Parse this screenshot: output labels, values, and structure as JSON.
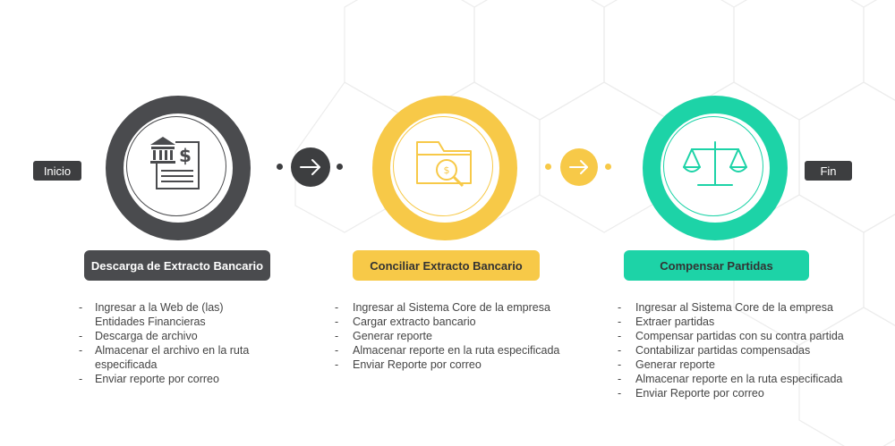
{
  "flow": {
    "start_label": "Inicio",
    "end_label": "Fin"
  },
  "steps": [
    {
      "title": "Descarga de Extracto Bancario",
      "icon": "bank-statement-icon",
      "color": "#4a4b4e",
      "items": [
        "Ingresar a la Web de (las) Entidades Financieras",
        "Descarga de  archivo",
        "Almacenar el archivo en la ruta especificada",
        "Enviar reporte por correo"
      ]
    },
    {
      "title": "Conciliar Extracto Bancario",
      "icon": "folder-search-icon",
      "color": "#f7c948",
      "items": [
        "Ingresar al Sistema Core de la empresa",
        "Cargar extracto bancario",
        "Generar reporte",
        "Almacenar reporte en la ruta especificada",
        "Enviar Reporte por correo"
      ]
    },
    {
      "title": "Compensar Partidas",
      "icon": "balance-scale-icon",
      "color": "#1dd3a7",
      "items": [
        "Ingresar al Sistema Core de la empresa",
        "Extraer partidas",
        "Compensar partidas con su contra  partida",
        "Contabilizar partidas compensadas",
        "Generar reporte",
        "Almacenar reporte en la ruta especificada",
        "Enviar Reporte por correo"
      ]
    }
  ]
}
